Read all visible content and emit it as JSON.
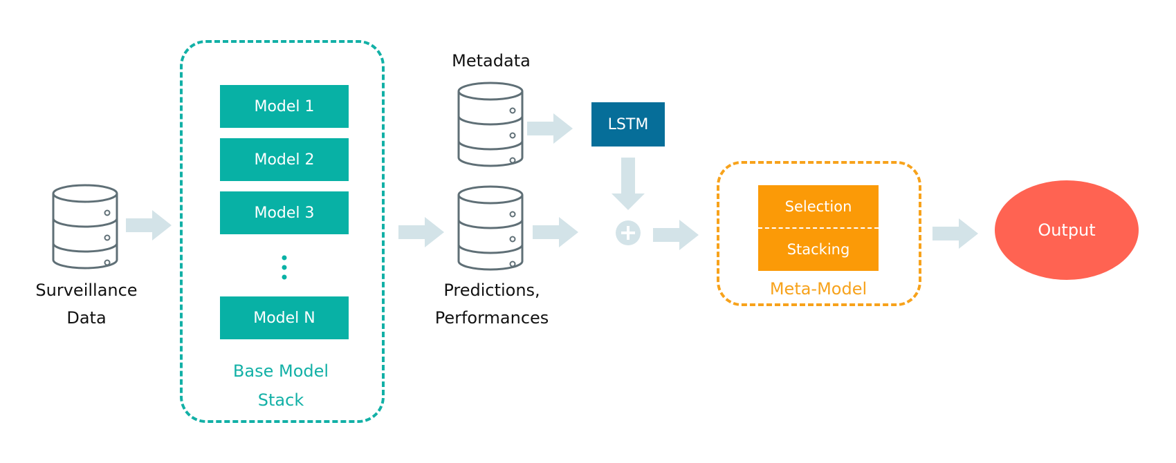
{
  "sources": {
    "surveillance_line1": "Surveillance",
    "surveillance_line2": "Data",
    "metadata": "Metadata",
    "predictions_line1": "Predictions,",
    "predictions_line2": "Performances"
  },
  "base_model_stack": {
    "models": [
      "Model 1",
      "Model 2",
      "Model 3",
      "Model N"
    ],
    "title_line1": "Base Model",
    "title_line2": "Stack"
  },
  "lstm": {
    "label": "LSTM"
  },
  "meta_model": {
    "top_label": "Selection",
    "bottom_label": "Stacking",
    "title": "Meta-Model"
  },
  "output": {
    "label": "Output"
  },
  "colors": {
    "teal": "#08b1a5",
    "lstm_blue": "#066e99",
    "orange": "#fb9a07",
    "output_red": "#ff6352",
    "arrow": "#d3e3e8",
    "cylinder_stroke": "#7a8a90"
  },
  "icons": [
    "database-icon",
    "arrow-right-icon",
    "arrow-down-icon",
    "plus-circle-icon",
    "vertical-ellipsis-icon"
  ]
}
